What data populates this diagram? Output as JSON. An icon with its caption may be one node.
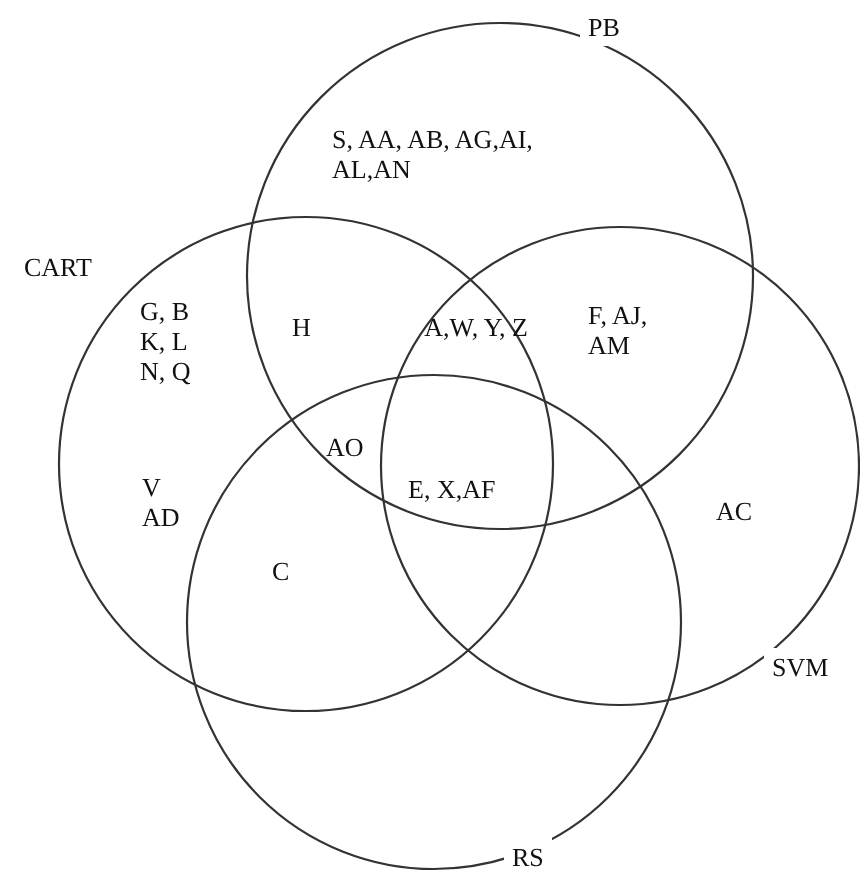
{
  "diagram": {
    "nodes": [
      {
        "text": [
          "PB"
        ]
      },
      {
        "text": [
          "CART"
        ]
      },
      {
        "text": [
          "SVM"
        ]
      },
      {
        "text": [
          "RS"
        ]
      }
    ],
    "labels": [
      "S, AA, AB, AG,AI, AL,AN",
      "G, B K, L N, Q",
      "H",
      "A,W, Y, Z",
      "F, AJ, AM",
      "AO",
      "V AD",
      "E, X,AF",
      "AC",
      "C"
    ]
  }
}
